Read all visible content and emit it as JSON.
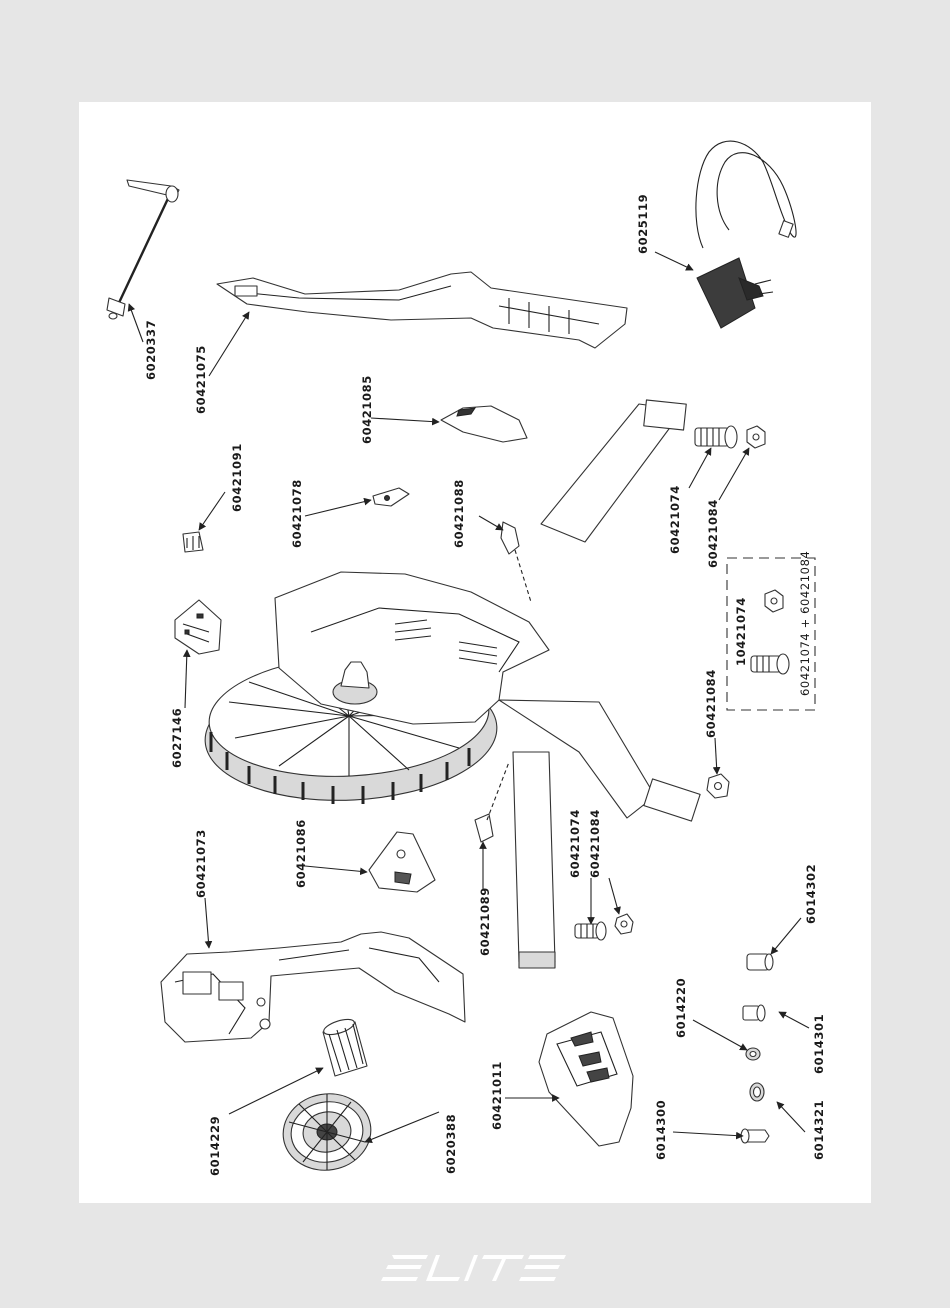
{
  "labels": {
    "p6020337": "6020337",
    "p60421075": "60421075",
    "p6025119": "6025119",
    "p60421085": "60421085",
    "p60421091": "60421091",
    "p60421078": "60421078",
    "p60421088": "60421088",
    "p60421074a": "60421074",
    "p60421084a": "60421084",
    "p10421074": "10421074",
    "p60421074_60421084": "60421074 + 60421084",
    "p6027146": "6027146",
    "p60421084b": "60421084",
    "p60421073": "60421073",
    "p60421086": "60421086",
    "p60421074b": "60421074",
    "p60421084c": "60421084",
    "p60421089": "60421089",
    "p6014302": "6014302",
    "p6014220": "6014220",
    "p6014301": "6014301",
    "p6014229": "6014229",
    "p6020388": "6020388",
    "p60421011": "60421011",
    "p6014300": "6014300",
    "p6014321": "6014321"
  },
  "brand": {
    "logo_text": "ELITE",
    "color": "#ffffff"
  },
  "colors": {
    "page_bg": "#e6e6e6",
    "sheet_bg": "#ffffff",
    "ink": "#1a1a1a"
  }
}
